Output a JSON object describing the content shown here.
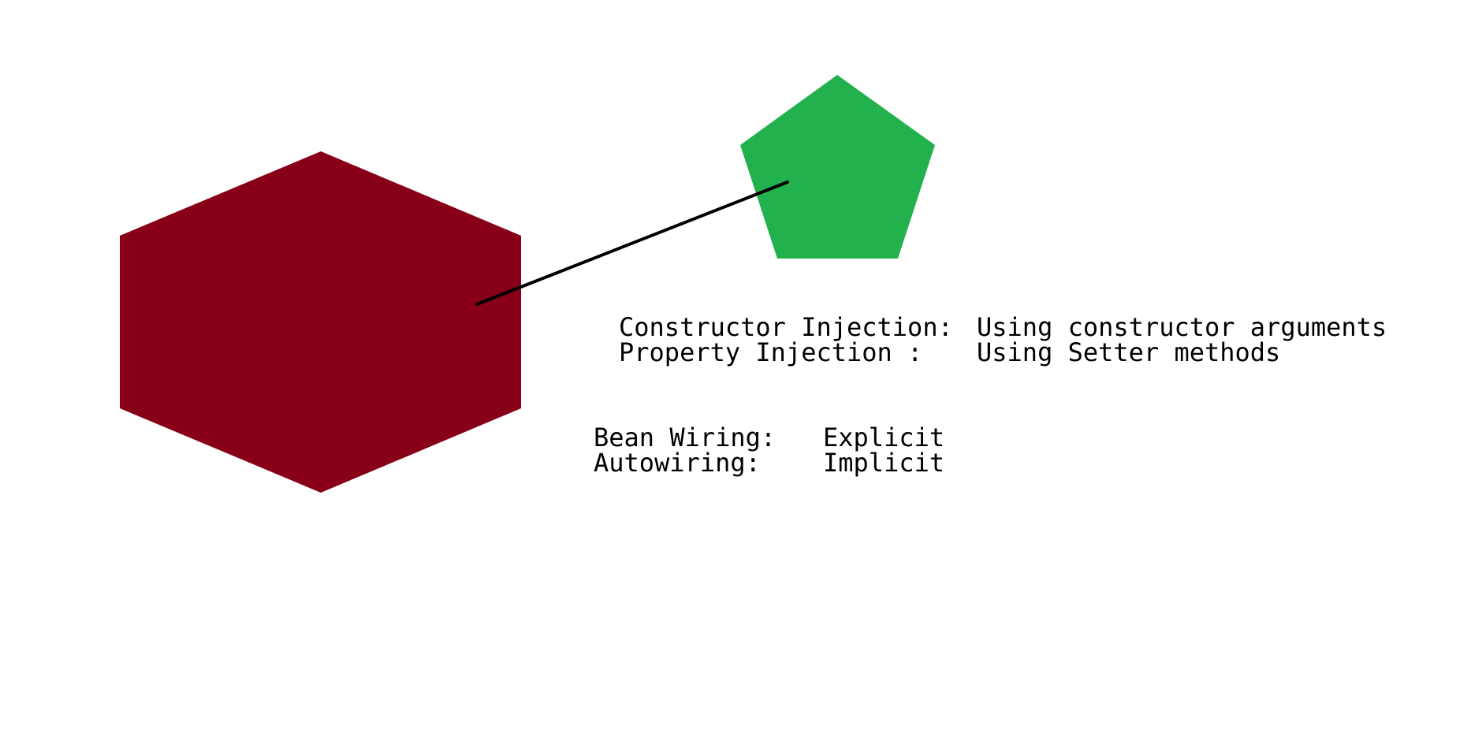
{
  "shapes": {
    "hexagon": {
      "color": "#880018"
    },
    "pentagon": {
      "color": "#22b14c"
    },
    "connector": {
      "color": "#000000"
    }
  },
  "injection": {
    "constructor_term": "Constructor Injection:",
    "constructor_desc": "Using constructor arguments",
    "property_term": "Property Injection :",
    "property_desc": "Using Setter methods"
  },
  "wiring": {
    "bean_term": "Bean Wiring:",
    "bean_desc": "Explicit",
    "auto_term": "Autowiring:",
    "auto_desc": "Implicit"
  }
}
